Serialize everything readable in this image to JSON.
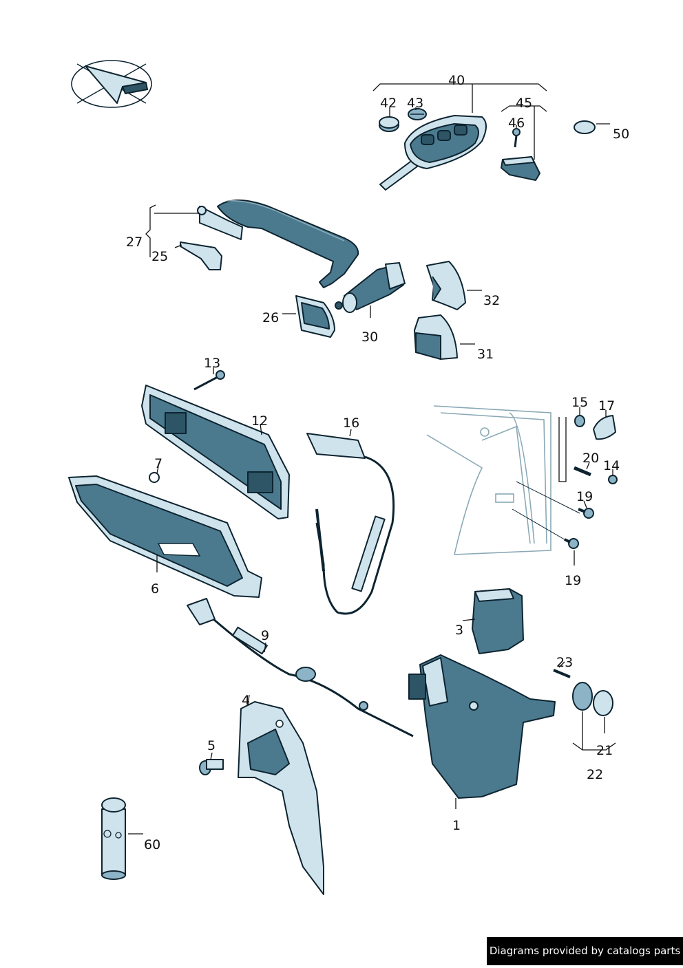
{
  "labels": {
    "p1": "1",
    "p3": "3",
    "p4": "4",
    "p5": "5",
    "p6": "6",
    "p7": "7",
    "p9": "9",
    "p12": "12",
    "p13": "13",
    "p14": "14",
    "p15": "15",
    "p16": "16",
    "p17": "17",
    "p19a": "19",
    "p19b": "19",
    "p20": "20",
    "p21": "21",
    "p22": "22",
    "p23": "23",
    "p25": "25",
    "p26": "26",
    "p27": "27",
    "p30": "30",
    "p31": "31",
    "p32": "32",
    "p40": "40",
    "p42": "42",
    "p43": "43",
    "p45": "45",
    "p46": "46",
    "p50": "50",
    "p60": "60"
  },
  "footer": {
    "credit": "Diagrams provided by catalogs parts"
  }
}
